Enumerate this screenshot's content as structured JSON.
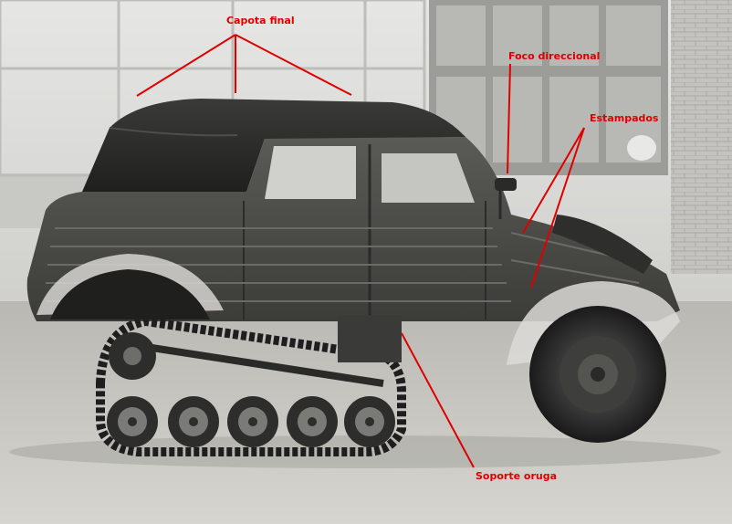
{
  "annotations": {
    "hood_label": "Capota final",
    "turn_signal_label": "Foco direccional",
    "stampings_label": "Estampados",
    "track_mount_label": "Soporte oruga"
  },
  "colors": {
    "annotation_color": "#e00000",
    "sky_wall": "#d9d9d7",
    "ground": "#c9c8c3",
    "vehicle_body": "#4a4a47",
    "canvas_top": "#2a2b29",
    "tyre": "#262626"
  }
}
